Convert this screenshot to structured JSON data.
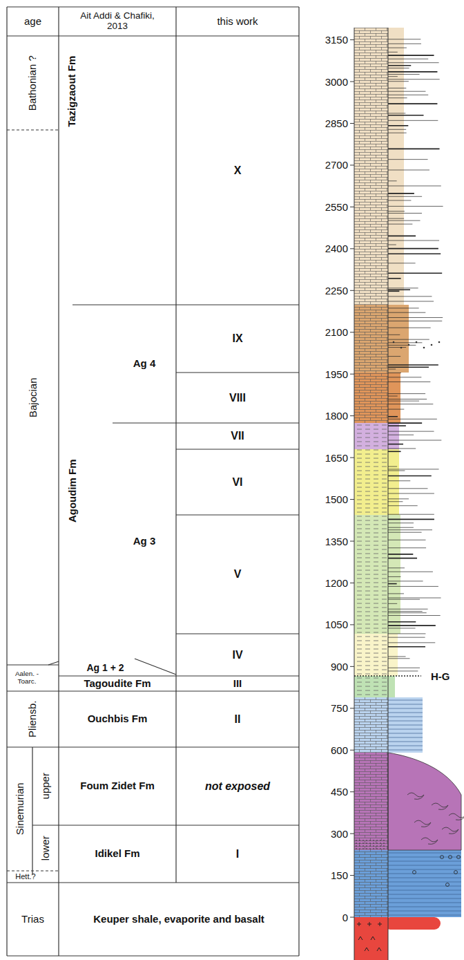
{
  "diagram": {
    "nodes": [
      {
        "text": [
          "age"
        ]
      },
      {
        "text": [
          "Ait Addi & Chafiki, 2013"
        ]
      },
      {
        "text": [
          "this work"
        ]
      },
      {
        "text": [
          "Bathonian ?"
        ]
      },
      {
        "text": [
          "Bajocian"
        ]
      },
      {
        "text": [
          "Aalen. -Toarc."
        ]
      },
      {
        "text": [
          "Pliensb."
        ]
      },
      {
        "text": [
          "Sinemurian"
        ]
      },
      {
        "text": [
          "upper"
        ],
        "in": 7
      },
      {
        "text": [
          "lower"
        ],
        "in": 7
      },
      {
        "text": [
          "Hett.?"
        ]
      },
      {
        "text": [
          "Trias"
        ]
      },
      {
        "text": [
          "Tazigzaout Fm"
        ]
      },
      {
        "text": [
          "Agoudim Fm"
        ]
      },
      {
        "text": [
          "Ag 4"
        ],
        "in": 13
      },
      {
        "text": [
          "Ag 3"
        ],
        "in": 13
      },
      {
        "text": [
          "Ag 1 + 2"
        ],
        "in": 13
      },
      {
        "text": [
          "Tagoudite Fm"
        ]
      },
      {
        "text": [
          "Ouchbis Fm"
        ]
      },
      {
        "text": [
          "Foum Zidet Fm"
        ]
      },
      {
        "text": [
          "Idikel Fm"
        ]
      },
      {
        "text": [
          "Keuper shale, evaporite and basalt"
        ]
      },
      {
        "text": [
          "X"
        ]
      },
      {
        "text": [
          "IX"
        ]
      },
      {
        "text": [
          "VIII"
        ]
      },
      {
        "text": [
          "VII"
        ]
      },
      {
        "text": [
          "VI"
        ]
      },
      {
        "text": [
          "V"
        ]
      },
      {
        "text": [
          "IV"
        ]
      },
      {
        "text": [
          "III"
        ]
      },
      {
        "text": [
          "II"
        ]
      },
      {
        "text": [
          "not exposed"
        ]
      },
      {
        "text": [
          "I"
        ]
      }
    ],
    "labels": [
      "3150",
      "3000",
      "2850",
      "2700",
      "2550",
      "2400",
      "2250",
      "2100",
      "1950",
      "1800",
      "1650",
      "1500",
      "1350",
      "1200",
      "1050",
      "900",
      "750",
      "600",
      "450",
      "300",
      "150",
      "0",
      "H-G"
    ]
  }
}
